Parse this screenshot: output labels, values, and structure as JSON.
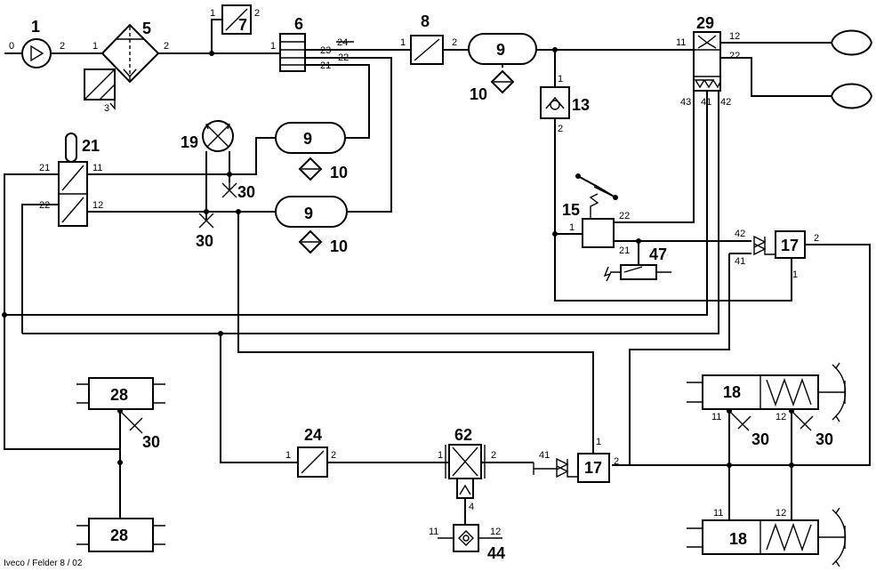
{
  "diagram": {
    "footer": "Iveco  /  Felder    8 / 02",
    "components": [
      {
        "id": "c1",
        "label": "1",
        "ports": [
          "0",
          "2"
        ]
      },
      {
        "id": "c5",
        "label": "5",
        "ports": [
          "1",
          "2",
          "3"
        ]
      },
      {
        "id": "c7",
        "label": "7",
        "ports": [
          "1",
          "2"
        ]
      },
      {
        "id": "c6",
        "label": "6",
        "ports": [
          "1",
          "24",
          "23",
          "21",
          "22"
        ]
      },
      {
        "id": "c8",
        "label": "8",
        "ports": [
          "1",
          "2"
        ]
      },
      {
        "id": "c9a",
        "label": "9"
      },
      {
        "id": "c10a",
        "label": "10"
      },
      {
        "id": "c13",
        "label": "13",
        "ports": [
          "1",
          "2"
        ]
      },
      {
        "id": "c29",
        "label": "29",
        "ports": [
          "11",
          "12",
          "22",
          "43",
          "41",
          "42"
        ]
      },
      {
        "id": "c21",
        "label": "21",
        "ports": [
          "21",
          "11",
          "22",
          "12"
        ]
      },
      {
        "id": "c19",
        "label": "19"
      },
      {
        "id": "c9b",
        "label": "9"
      },
      {
        "id": "c10b",
        "label": "10"
      },
      {
        "id": "c30a",
        "label": "30"
      },
      {
        "id": "c9c",
        "label": "9"
      },
      {
        "id": "c10c",
        "label": "10"
      },
      {
        "id": "c30b",
        "label": "30"
      },
      {
        "id": "c15",
        "label": "15",
        "ports": [
          "1",
          "22",
          "21"
        ]
      },
      {
        "id": "c47",
        "label": "47"
      },
      {
        "id": "c17a",
        "label": "17",
        "ports": [
          "42",
          "41",
          "2",
          "1"
        ]
      },
      {
        "id": "c28a",
        "label": "28"
      },
      {
        "id": "c30c",
        "label": "30"
      },
      {
        "id": "c28b",
        "label": "28"
      },
      {
        "id": "c24",
        "label": "24",
        "ports": [
          "1",
          "2"
        ]
      },
      {
        "id": "c62",
        "label": "62",
        "ports": [
          "1",
          "2",
          "4"
        ]
      },
      {
        "id": "c44",
        "label": "44",
        "ports": [
          "11",
          "12"
        ]
      },
      {
        "id": "c17b",
        "label": "17",
        "ports": [
          "41",
          "1",
          "2"
        ]
      },
      {
        "id": "c18a",
        "label": "18",
        "ports": [
          "11",
          "12"
        ]
      },
      {
        "id": "c30d",
        "label": "30"
      },
      {
        "id": "c30e",
        "label": "30"
      },
      {
        "id": "c18b",
        "label": "18",
        "ports": [
          "11",
          "12"
        ]
      }
    ]
  }
}
